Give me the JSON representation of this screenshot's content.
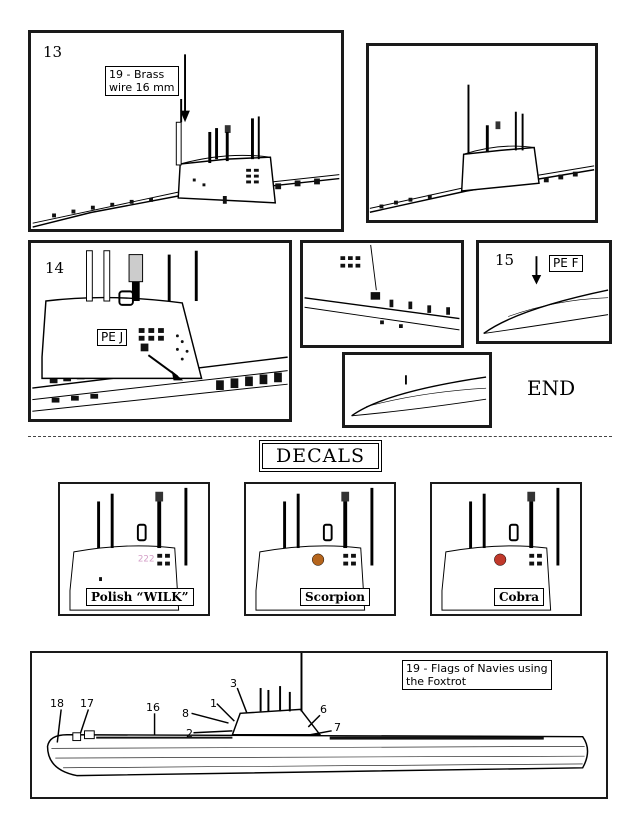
{
  "steps": {
    "s13": "13",
    "s14": "14",
    "s15": "15"
  },
  "callouts": {
    "brass_wire": "19 - Brass\nwire 16 mm",
    "pe_j": "PE J",
    "pe_f": "PE F",
    "flags": "19 - Flags of Navies using\nthe Foxtrot"
  },
  "end_label": "END",
  "decals": {
    "title": "DECALS",
    "variants": [
      "Polish “WILK”",
      "Scorpion",
      "Cobra"
    ]
  },
  "part_numbers": [
    "18",
    "17",
    "16",
    "8",
    "2",
    "1",
    "3",
    "6",
    "7"
  ]
}
